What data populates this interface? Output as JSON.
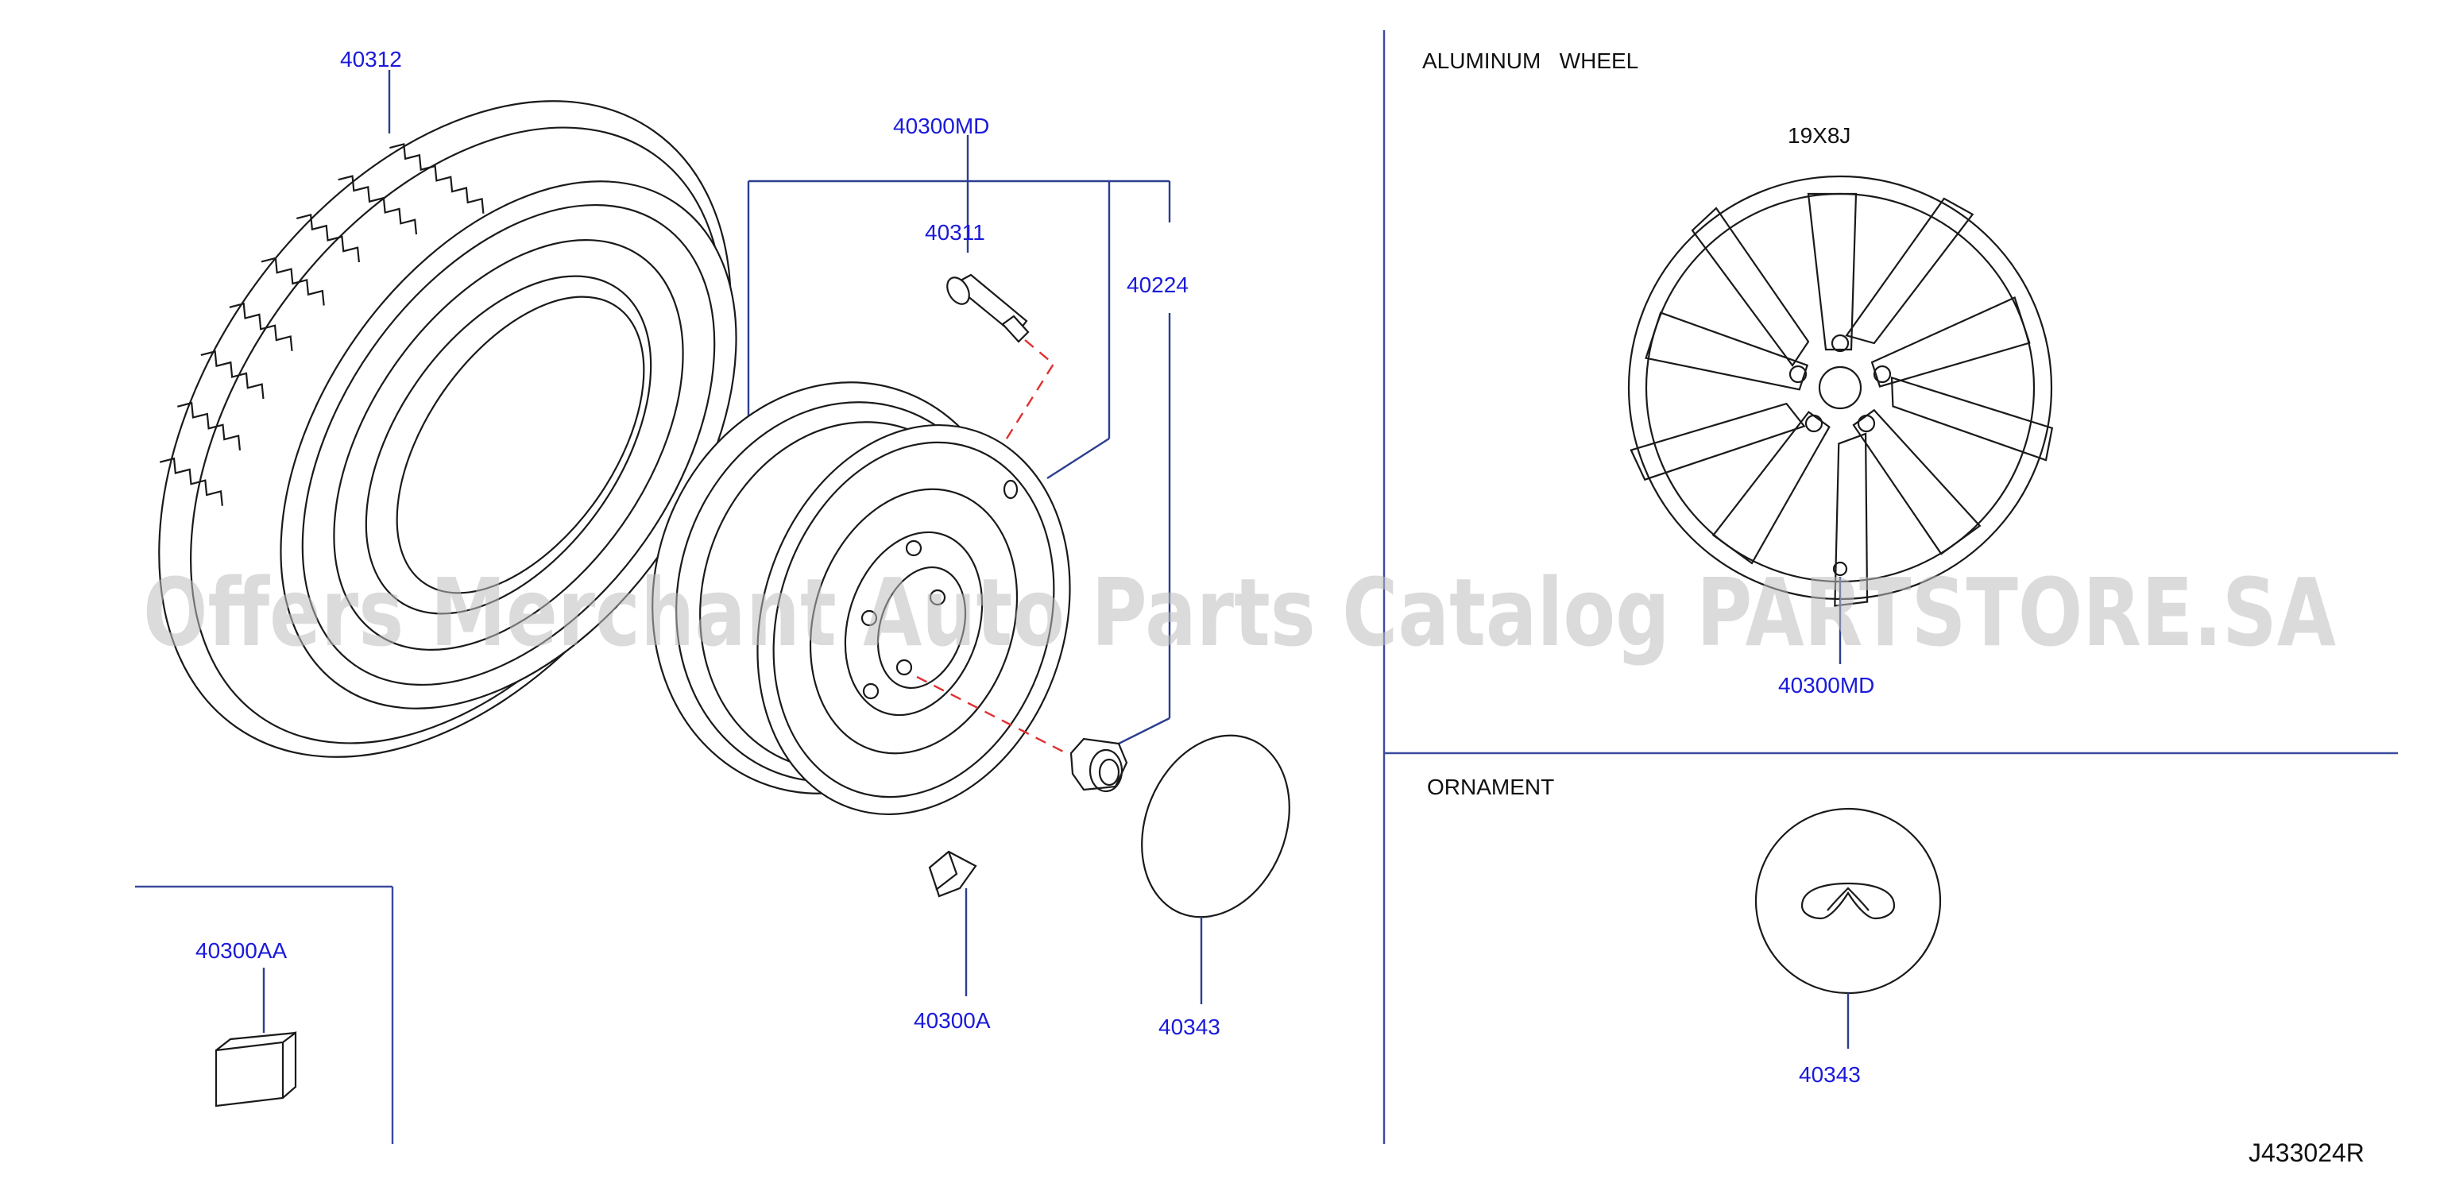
{
  "parts": {
    "tire": "40312",
    "wheel_assy": "40300MD",
    "valve": "40311",
    "nut": "40224",
    "balance_weight_a": "40300AA",
    "balance_weight": "40300A",
    "ornament_left": "40343",
    "alu_wheel": "40300MD",
    "ornament_right": "40343"
  },
  "sections": {
    "aluminum_wheel": "ALUMINUM   WHEEL",
    "wheel_size": "19X8J",
    "ornament": "ORNAMENT"
  },
  "diagram_ref": "J433024R",
  "watermark": "Offers Merchant Auto Parts Catalog PARTSTORE.SA",
  "colors": {
    "part_label": "#1a1adb",
    "leader": "#2c3e8f",
    "dashed_connector": "#e03030",
    "line_art": "#1a1a1a"
  }
}
